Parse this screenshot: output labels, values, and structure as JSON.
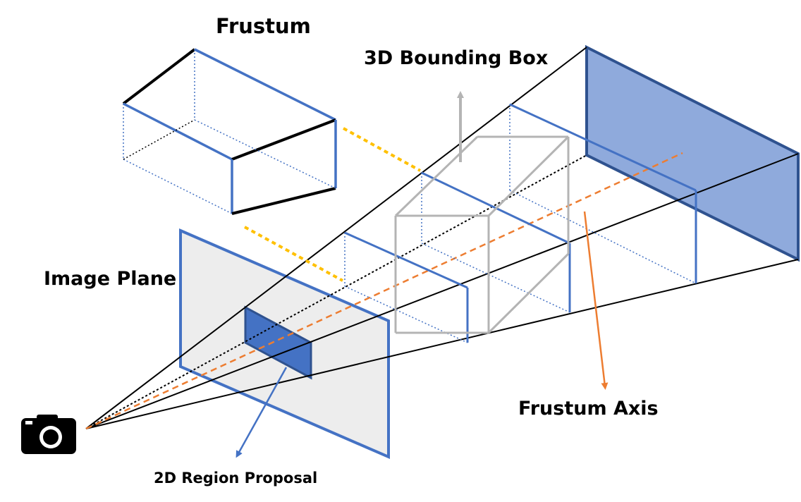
{
  "labels": {
    "frustum": "Frustum",
    "bounding_box": "3D Bounding Box",
    "image_plane": "Image Plane",
    "frustum_axis": "Frustum Axis",
    "region_proposal": "2D Region Proposal"
  },
  "icons": {
    "camera": "camera-icon"
  },
  "colors": {
    "frustum_blue": "#4472C4",
    "far_plane_fill": "#8FAADC",
    "region_fill": "#4472C4",
    "image_plane_fill": "#EDEDED",
    "box_gray": "#B4B4B4",
    "axis_orange": "#ED7D31",
    "guide_yellow": "#FFC000",
    "ray_black": "#000000"
  }
}
